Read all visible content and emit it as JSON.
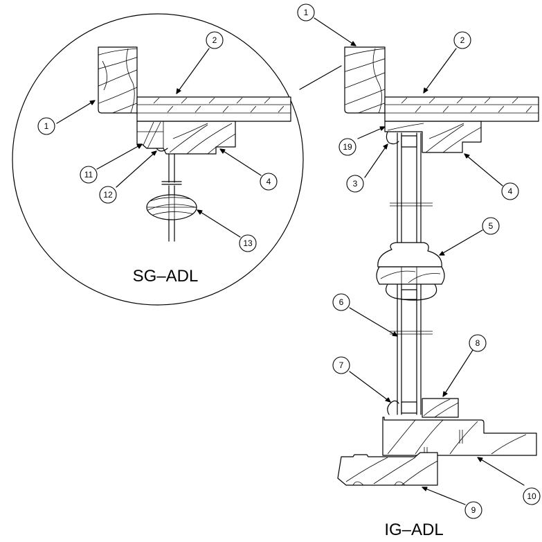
{
  "callouts": {
    "c1a": "1",
    "c2a": "2",
    "c11": "11",
    "c12": "12",
    "c4a": "4",
    "c13": "13",
    "c1b": "1",
    "c2b": "2",
    "c19": "19",
    "c3": "3",
    "c4b": "4",
    "c5": "5",
    "c6": "6",
    "c7": "7",
    "c8": "8",
    "c9": "9",
    "c10": "10"
  },
  "labels": {
    "sg": "SG–ADL",
    "ig": "IG–ADL"
  }
}
